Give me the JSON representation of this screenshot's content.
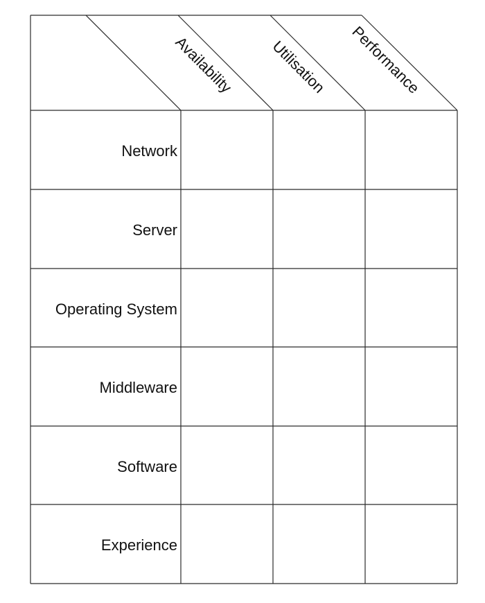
{
  "matrix": {
    "columns": [
      "Availability",
      "Utilisation",
      "Performance"
    ],
    "rows": [
      "Network",
      "Server",
      "Operating System",
      "Middleware",
      "Software",
      "Experience"
    ]
  },
  "colors": {
    "line": "#2b2b2b",
    "text": "#111111",
    "background": "#ffffff"
  }
}
